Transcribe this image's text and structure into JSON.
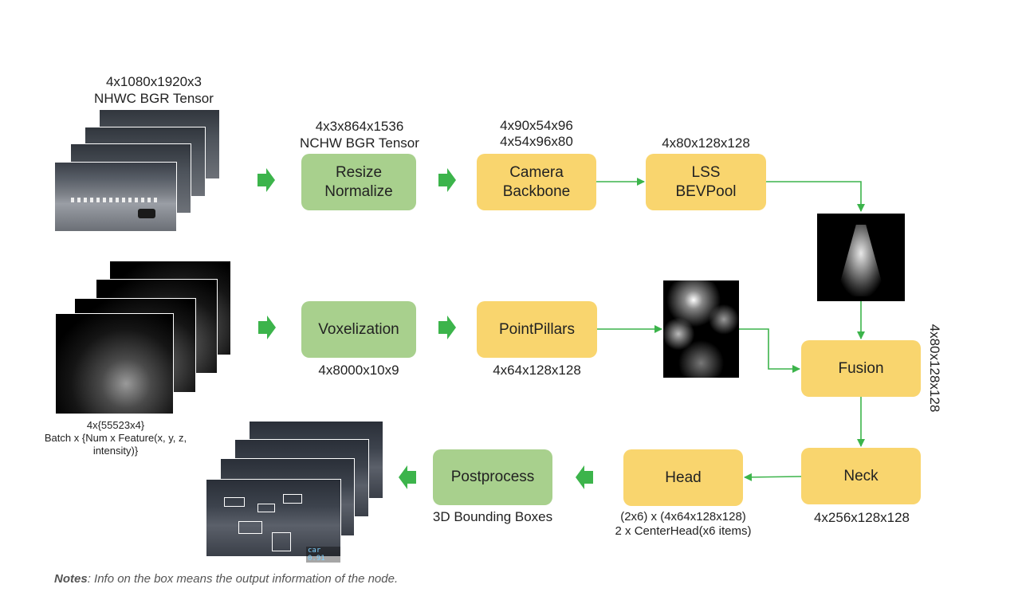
{
  "nodes": {
    "resize": "Resize\nNormalize",
    "camera_backbone": "Camera\nBackbone",
    "lss": "LSS\nBEVPool",
    "voxelization": "Voxelization",
    "pointpillars": "PointPillars",
    "fusion": "Fusion",
    "neck": "Neck",
    "head": "Head",
    "postprocess": "Postprocess"
  },
  "labels": {
    "camera_input": "4x1080x1920x3\nNHWC BGR Tensor",
    "resize_out": "4x3x864x1536\nNCHW BGR Tensor",
    "camera_backbone_out": "4x90x54x96\n4x54x96x80",
    "lss_out": "4x80x128x128",
    "lidar_input": "4x{55523x4}\nBatch x {Num x Feature(x, y, z,\nintensity)}",
    "voxelization_out": "4x8000x10x9",
    "pointpillars_out": "4x64x128x128",
    "fusion_out": "4x80x128x128",
    "neck_out": "4x256x128x128",
    "head_out": "(2x6) x (4x64x128x128)\n2 x CenterHead(x6 items)",
    "postprocess_out": "3D Bounding Boxes",
    "detection_tag": "car 0.91"
  },
  "notes": {
    "prefix": "Notes",
    "text": ": Info on the box means the output information of the node."
  },
  "colors": {
    "green_node": "#a8d08d",
    "yellow_node": "#f9d56e",
    "arrow": "#3cb44b"
  }
}
